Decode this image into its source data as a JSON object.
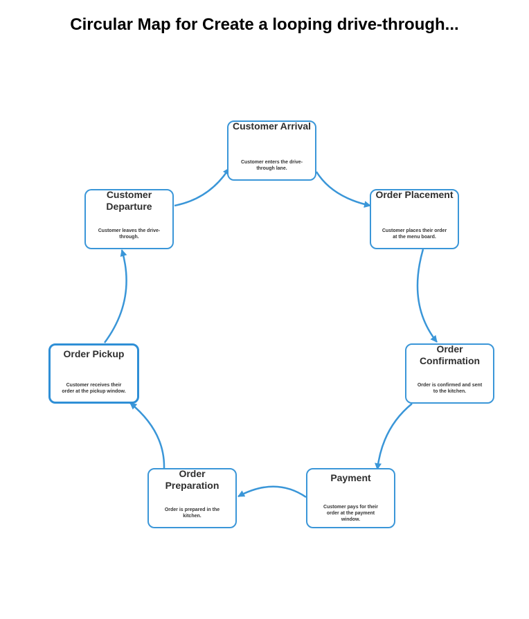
{
  "title": "Circular Map for Create a looping drive-through...",
  "colors": {
    "accent": "#3a96d8",
    "text": "#2e2e2e"
  },
  "nodes": [
    {
      "id": "customer-arrival",
      "title": "Customer Arrival",
      "desc": "Customer enters the drive-through lane."
    },
    {
      "id": "order-placement",
      "title": "Order Placement",
      "desc": "Customer places their order at the menu board."
    },
    {
      "id": "order-confirmation",
      "title": "Order Confirmation",
      "desc": "Order is confirmed and sent to the kitchen."
    },
    {
      "id": "payment",
      "title": "Payment",
      "desc": "Customer pays for their order at the payment window."
    },
    {
      "id": "order-preparation",
      "title": "Order Preparation",
      "desc": "Order is prepared in the kitchen."
    },
    {
      "id": "order-pickup",
      "title": "Order Pickup",
      "desc": "Customer receives their order at the pickup window.",
      "highlighted": true
    },
    {
      "id": "customer-departure",
      "title": "Customer Departure",
      "desc": "Customer leaves the drive-through."
    }
  ],
  "edges": [
    {
      "from": "customer-arrival",
      "to": "order-placement"
    },
    {
      "from": "order-placement",
      "to": "order-confirmation"
    },
    {
      "from": "order-confirmation",
      "to": "payment"
    },
    {
      "from": "payment",
      "to": "order-preparation"
    },
    {
      "from": "order-preparation",
      "to": "order-pickup"
    },
    {
      "from": "order-pickup",
      "to": "customer-departure"
    },
    {
      "from": "customer-departure",
      "to": "customer-arrival"
    }
  ]
}
